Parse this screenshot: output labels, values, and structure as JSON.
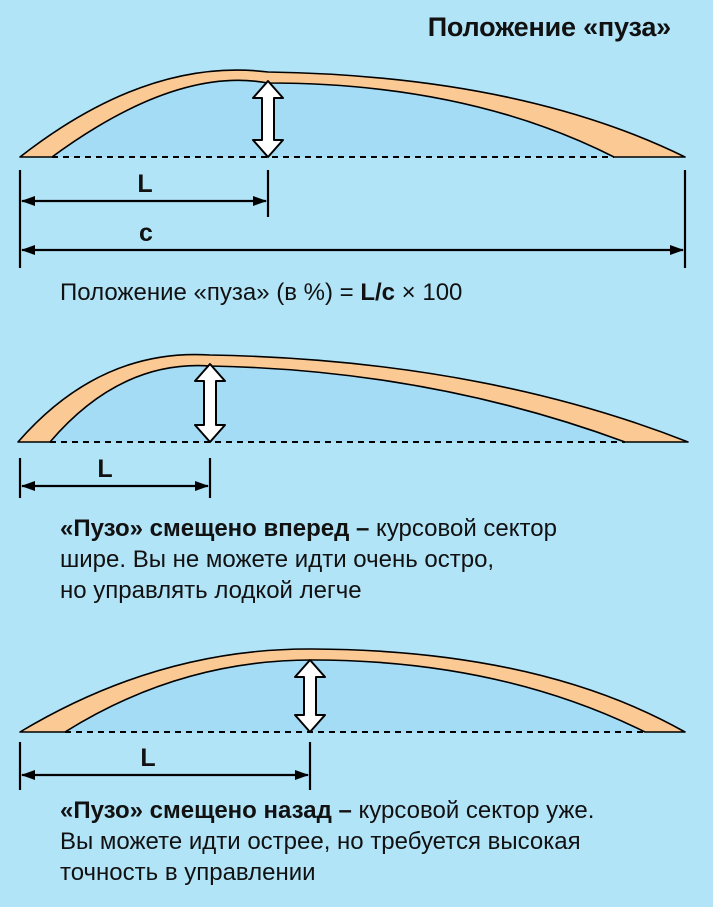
{
  "title": "Положение «пуза»",
  "formula": {
    "prefix": "Положение «пуза» (в %) = ",
    "ratio": "L/c",
    "times": " × ",
    "factor": "100"
  },
  "labels": {
    "l": "L",
    "c": "c"
  },
  "forward": {
    "lead": "«Пузо» смещено вперед –",
    "line1_rest": " курсовой сектор",
    "line2": "шире. Вы не можете идти очень остро,",
    "line3": "но управлять лодкой легче"
  },
  "backward": {
    "lead": "«Пузо» смещено назад –",
    "line1_rest": " курсовой сектор уже.",
    "line2": "Вы можете идти острее, но требуется высокая",
    "line3": "точность в управлении"
  },
  "colors": {
    "background": "#b2e4f8",
    "sail_fill": "#a4dcf6",
    "sail_band": "#fbc994",
    "outline": "#000000"
  }
}
